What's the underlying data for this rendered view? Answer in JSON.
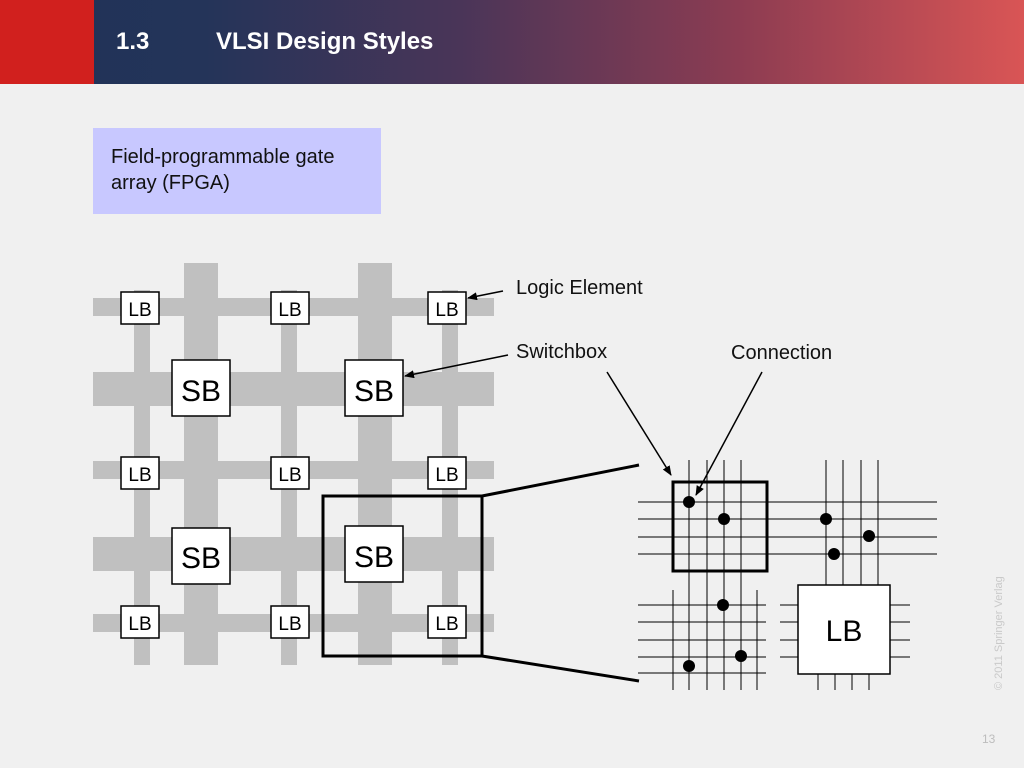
{
  "header": {
    "section_number": "1.3",
    "title": "VLSI Design Styles"
  },
  "callout": {
    "line1": "Field-programmable gate",
    "line2": "array (FPGA)"
  },
  "diagram": {
    "lb_label": "LB",
    "sb_label": "SB",
    "annotation_logic_element": "Logic Element",
    "annotation_switchbox": "Switchbox",
    "annotation_connection": "Connection",
    "zoom_lb_label": "LB"
  },
  "footer": {
    "copyright": "© 2011 Springer Verlag",
    "page_number": "13"
  }
}
